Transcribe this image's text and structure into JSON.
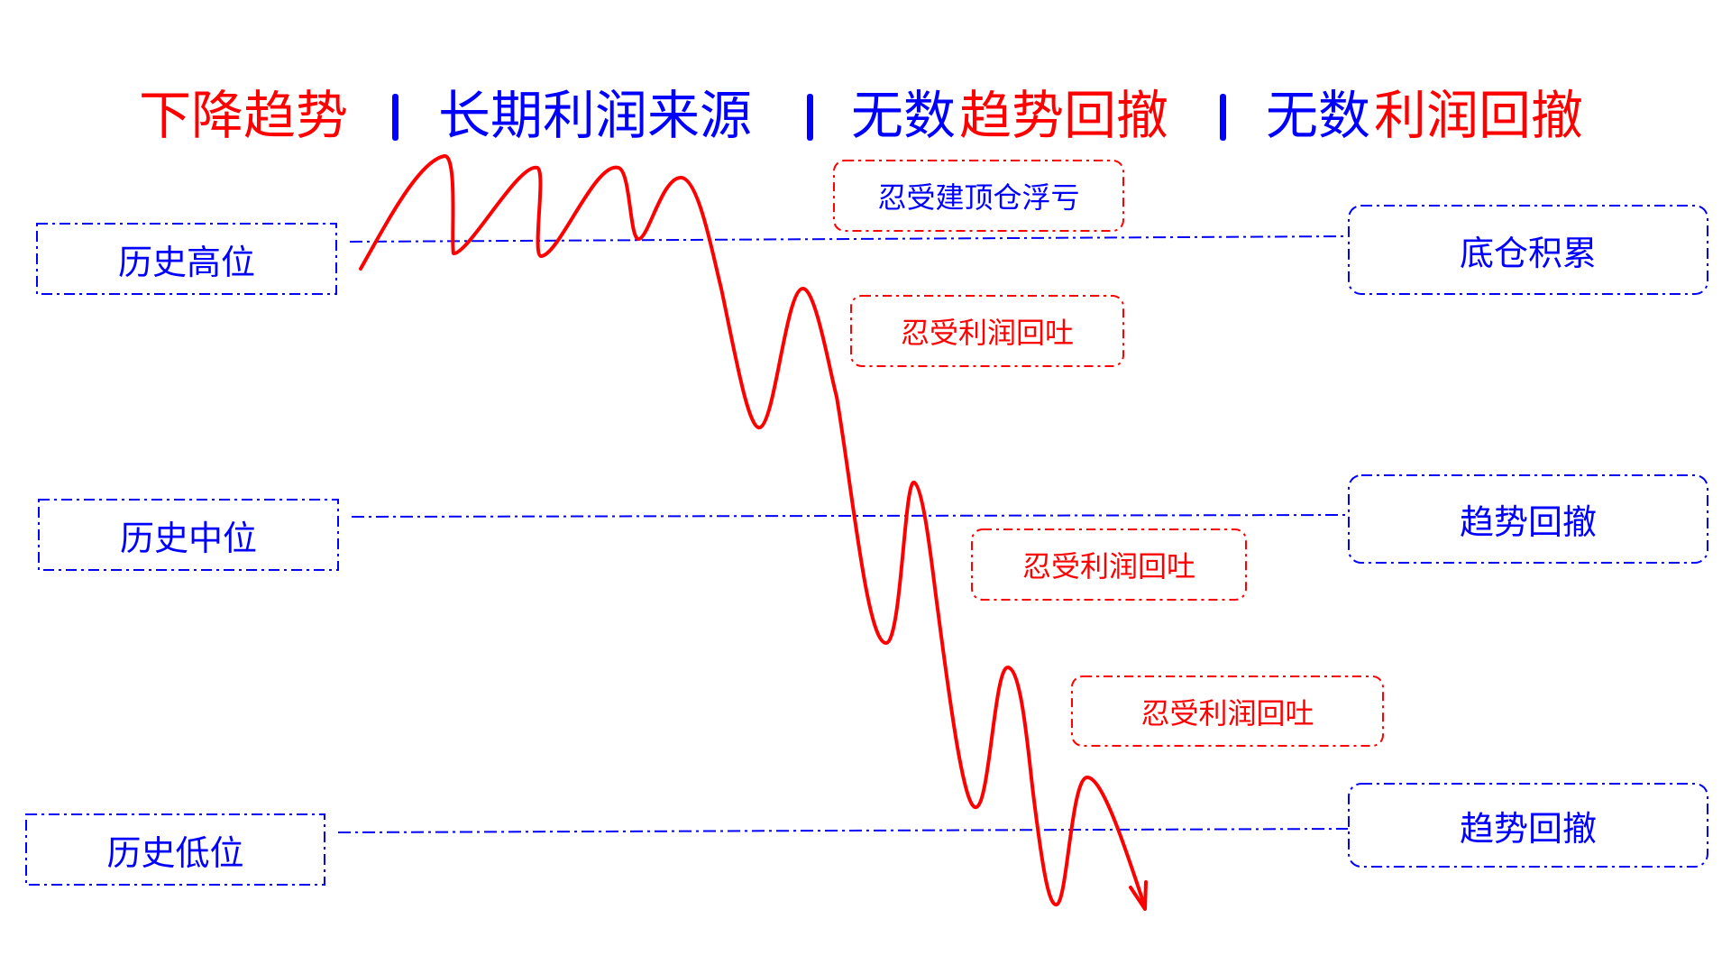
{
  "colors": {
    "red": "#ff0000",
    "blue": "#0000ff",
    "background": "#ffffff"
  },
  "title": {
    "segments": [
      {
        "text": "下降趋势",
        "color": "red"
      },
      {
        "text": "长期利润来源",
        "color": "blue"
      },
      {
        "text": "无数",
        "color": "blue"
      },
      {
        "text": "趋势回撤",
        "color": "red"
      },
      {
        "text": "无数",
        "color": "blue"
      },
      {
        "text": "利润回撤",
        "color": "red"
      }
    ],
    "separator_count": 3
  },
  "levels": {
    "high": {
      "label": "历史高位"
    },
    "mid": {
      "label": "历史中位"
    },
    "low": {
      "label": "历史低位"
    }
  },
  "stages": {
    "top": {
      "label": "底仓积累"
    },
    "mid": {
      "label": "趋势回撤"
    },
    "low": {
      "label": "趋势回撤"
    }
  },
  "notes": [
    {
      "label": "忍受建顶仓浮亏",
      "text_color": "blue"
    },
    {
      "label": "忍受利润回吐",
      "text_color": "red"
    },
    {
      "label": "忍受利润回吐",
      "text_color": "red"
    },
    {
      "label": "忍受利润回吐",
      "text_color": "red"
    }
  ],
  "curve": {
    "description": "downtrend price path with pullbacks, ending in arrow",
    "arrow": "arrow-down-right"
  }
}
